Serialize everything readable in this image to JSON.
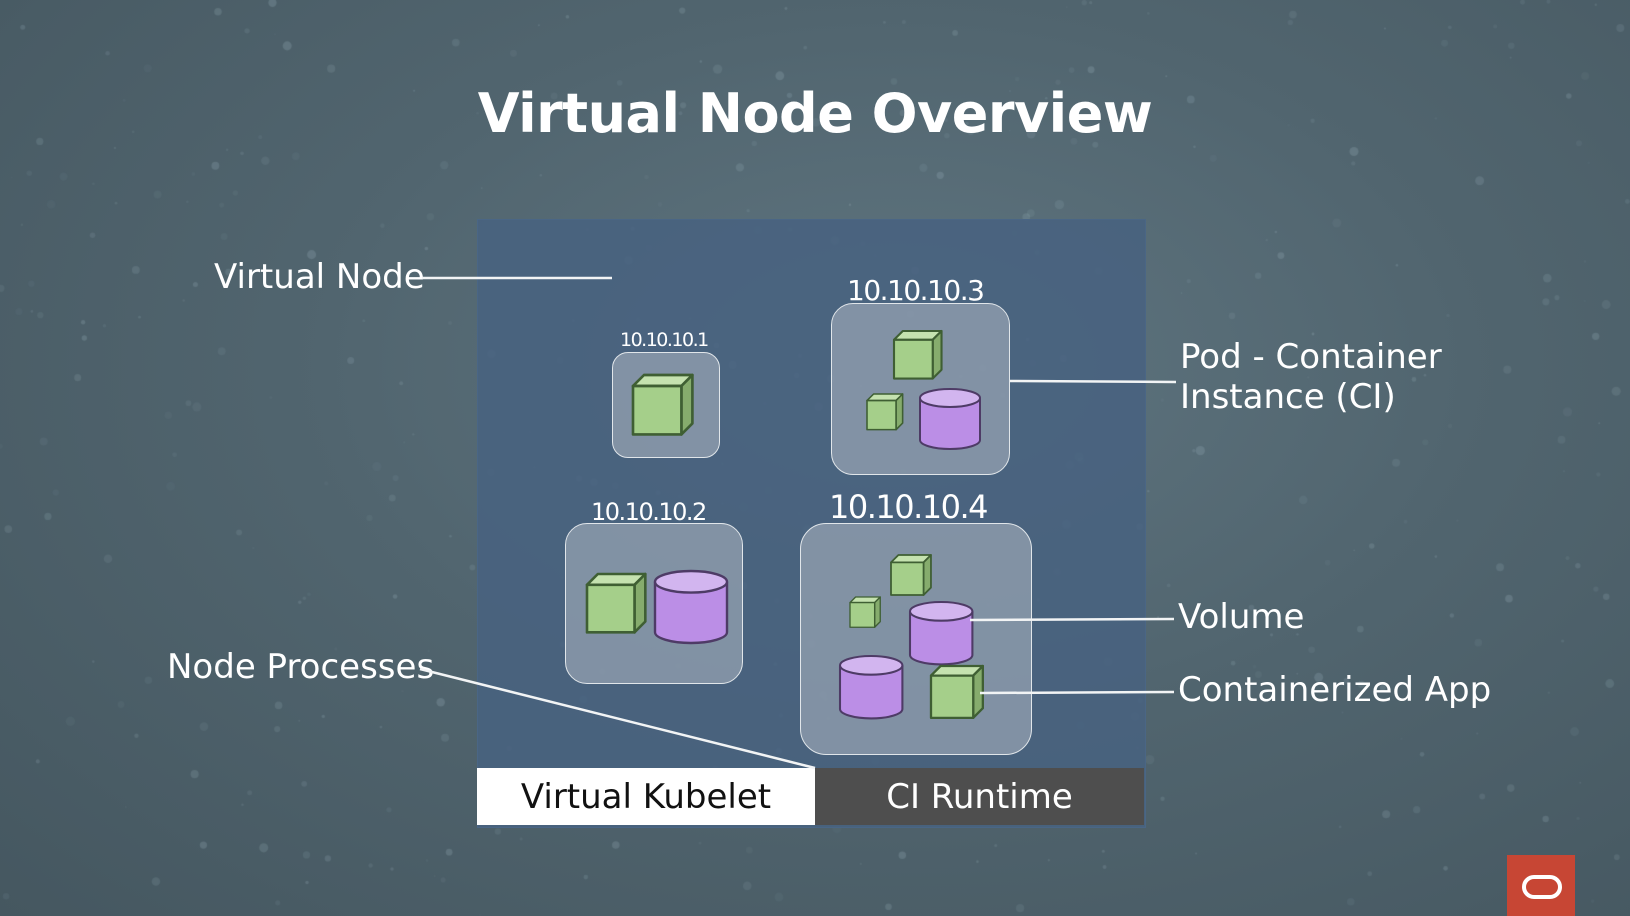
{
  "title": "Virtual Node Overview",
  "pods": {
    "pod1": {
      "ip": "10.10.10.1"
    },
    "pod2": {
      "ip": "10.10.10.2"
    },
    "pod3": {
      "ip": "10.10.10.3"
    },
    "pod4": {
      "ip": "10.10.10.4"
    }
  },
  "labels": {
    "virtual_node": "Virtual Node",
    "node_processes": "Node Processes",
    "pod_line1": "Pod - Container",
    "pod_line2": "Instance (CI)",
    "volume": "Volume",
    "containerized_app": "Containerized App"
  },
  "bars": {
    "kubelet": "Virtual Kubelet",
    "runtime": "CI Runtime"
  },
  "colors": {
    "container": "#a5cf8a",
    "volume": "#bb8ee6",
    "kubelet_bg": "#ffffff",
    "runtime_bg": "#4e4e4e",
    "logo": "#c74634"
  },
  "icons": {
    "container": "cube-icon",
    "volume": "cylinder-icon",
    "logo": "oracle-logo-icon"
  }
}
